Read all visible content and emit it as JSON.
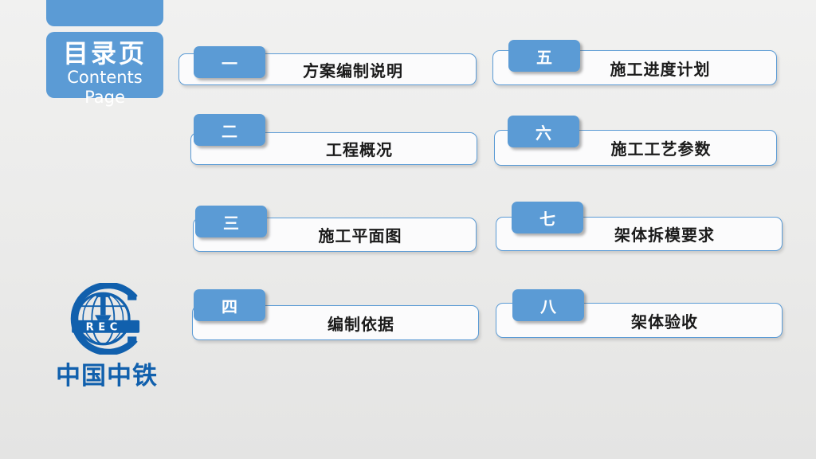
{
  "header": {
    "title_cn": "目录页",
    "subtitle_en_line1": "Contents",
    "subtitle_en_line2": "Page"
  },
  "toc": {
    "items": [
      {
        "number": "一",
        "title": "方案编制说明"
      },
      {
        "number": "二",
        "title": "工程概况"
      },
      {
        "number": "三",
        "title": "施工平面图"
      },
      {
        "number": "四",
        "title": "编制依据"
      },
      {
        "number": "五",
        "title": "施工进度计划"
      },
      {
        "number": "六",
        "title": "施工工艺参数"
      },
      {
        "number": "七",
        "title": "架体拆模要求"
      },
      {
        "number": "八",
        "title": "架体验收"
      }
    ]
  },
  "logo": {
    "emblem_letters": "REC",
    "company_name": "中国中铁"
  },
  "colors": {
    "accent_blue": "#5b9bd5",
    "logo_blue": "#1160ad",
    "item_text": "#1b1b1b",
    "background": "#eaeaea"
  }
}
